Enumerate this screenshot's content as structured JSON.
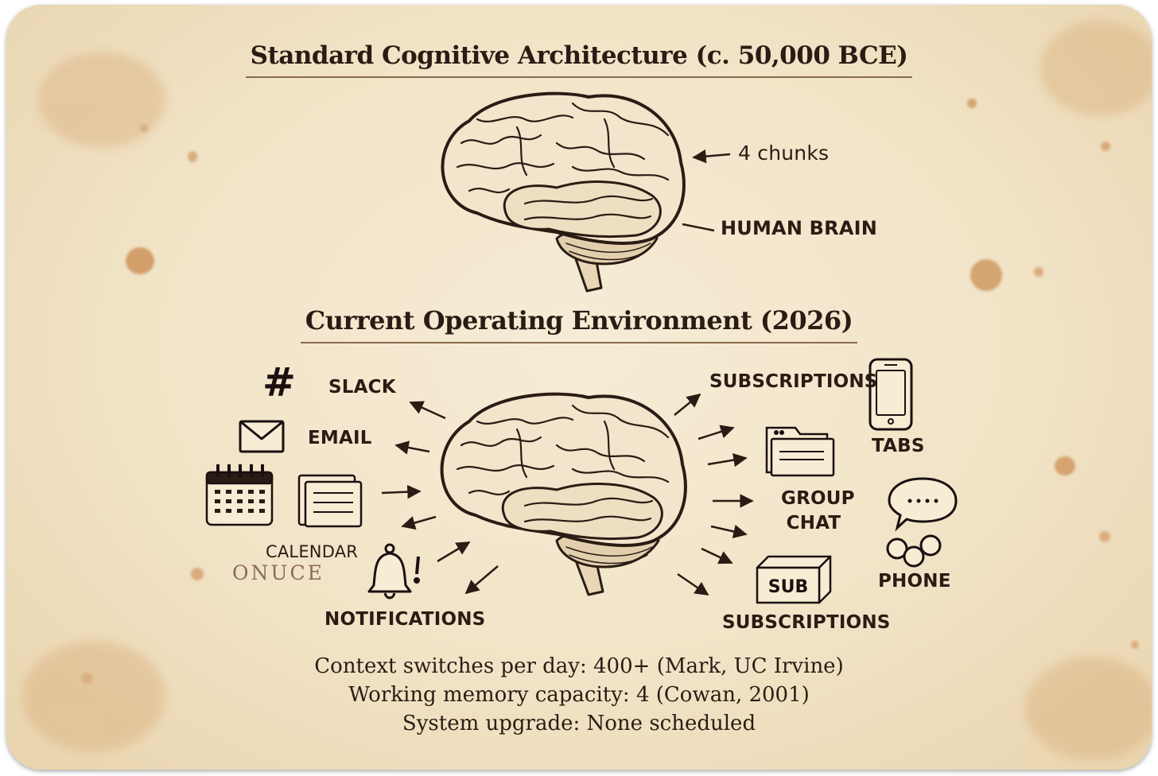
{
  "top_title": "Standard Cognitive Architecture (c. 50,000 BCE)",
  "top_brain": {
    "capacity_label": "4 chunks",
    "brain_label": "HUMAN BRAIN"
  },
  "bottom_title": "Current Operating Environment (2026)",
  "left_items": {
    "slack": "SLACK",
    "email": "EMAIL",
    "calendar": "CALENDAR",
    "calendar_logo": "ONUCE",
    "notifications": "NOTIFICATIONS"
  },
  "right_items": {
    "subscriptions_top": "SUBSCRIPTIONS",
    "tabs": "TABS",
    "group_chat_1": "GROUP",
    "group_chat_2": "CHAT",
    "phone": "PHONE",
    "subscriptions_bottom": "SUBSCRIPTIONS",
    "sub_box": "SUB"
  },
  "footer": {
    "line1": "Context switches per day: 400+ (Mark, UC Irvine)",
    "line2": "Working memory capacity: 4 (Cowan, 2001)",
    "line3": "System upgrade: None scheduled"
  },
  "colors": {
    "paper": "#f3e6cb",
    "ink": "#2a1c14",
    "brain_fill": "#f2e5cc",
    "stain": "#c98a4e"
  }
}
